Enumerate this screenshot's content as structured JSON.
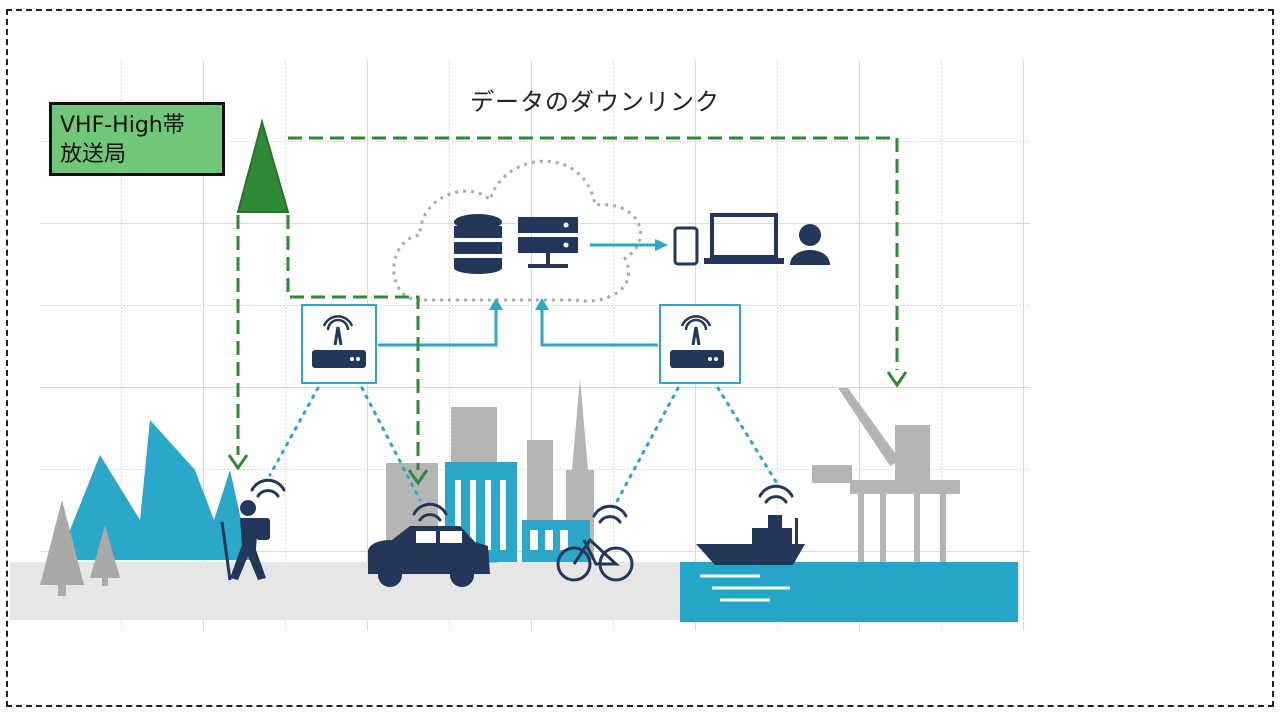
{
  "diagram": {
    "title": "データのダウンリンク",
    "station_label_line1": "VHF-High帯",
    "station_label_line2": "放送局"
  },
  "icons": {
    "cloud": "cloud-icon",
    "database": "database-icon",
    "server": "server-icon",
    "phone": "smartphone-icon",
    "laptop": "laptop-icon",
    "user": "user-icon",
    "gateway": "wireless-gateway-icon",
    "wifi": "wifi-signal-icon",
    "hiker": "hiker-icon",
    "car": "car-icon",
    "bicycle": "bicycle-icon",
    "ship": "ship-icon",
    "rig": "offshore-rig-icon",
    "tower": "broadcast-tower-icon"
  },
  "colors": {
    "broadcast_green": "#2e8b35",
    "label_green": "#70c77a",
    "cyan": "#2aa7c9",
    "navy": "#22375a",
    "gray": "#b3b3b3"
  }
}
